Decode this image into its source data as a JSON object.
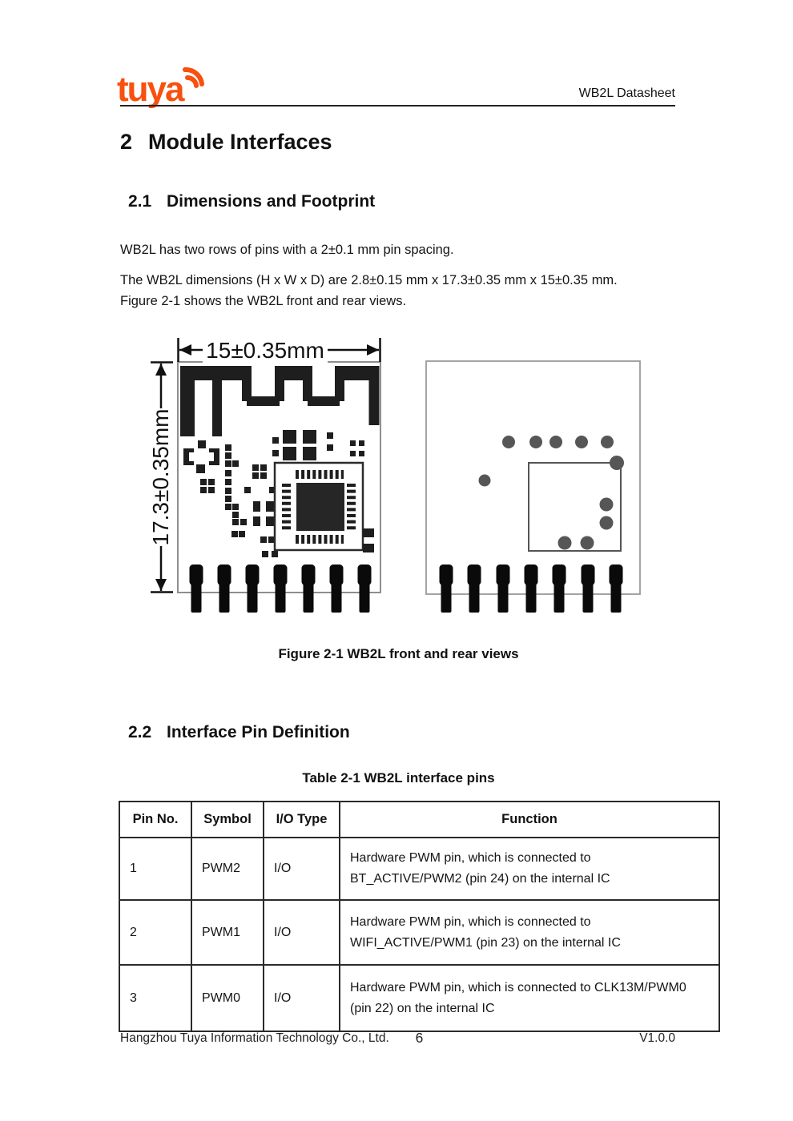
{
  "header": {
    "logo_text": "tuya",
    "logo_color": "#F8500F",
    "doc_title": "WB2L Datasheet"
  },
  "section2": {
    "number": "2",
    "title": "Module Interfaces"
  },
  "section21": {
    "number": "2.1",
    "title": "Dimensions and Footprint",
    "p1": "WB2L has two rows of pins with a 2±0.1 mm pin spacing.",
    "p2": "The WB2L dimensions (H x W x D) are 2.8±0.15 mm x 17.3±0.35 mm x 15±0.35 mm.\nFigure 2-1 shows the WB2L front and rear views."
  },
  "figure": {
    "width_label": "15±0.35mm",
    "height_label": "17.3±0.35mm",
    "caption": "Figure 2-1 WB2L front and rear views"
  },
  "section22": {
    "number": "2.2",
    "title": "Interface Pin Definition"
  },
  "table": {
    "caption": "Table 2-1 WB2L interface pins",
    "headers": [
      "Pin No.",
      "Symbol",
      "I/O Type",
      "Function"
    ],
    "rows": [
      {
        "pin": "1",
        "symbol": "PWM2",
        "io": "I/O",
        "function": "Hardware PWM pin, which is connected to\nBT_ACTIVE/PWM2 (pin 24) on the internal IC"
      },
      {
        "pin": "2",
        "symbol": "PWM1",
        "io": "I/O",
        "function": "Hardware PWM pin, which is connected to\nWIFI_ACTIVE/PWM1 (pin 23) on the internal IC"
      },
      {
        "pin": "3",
        "symbol": "PWM0",
        "io": "I/O",
        "function": "Hardware PWM pin, which is connected to CLK13M/PWM0\n(pin 22) on the internal IC"
      }
    ]
  },
  "footer": {
    "company": "Hangzhou Tuya Information Technology Co., Ltd.",
    "page": "6",
    "version": "V1.0.0"
  }
}
